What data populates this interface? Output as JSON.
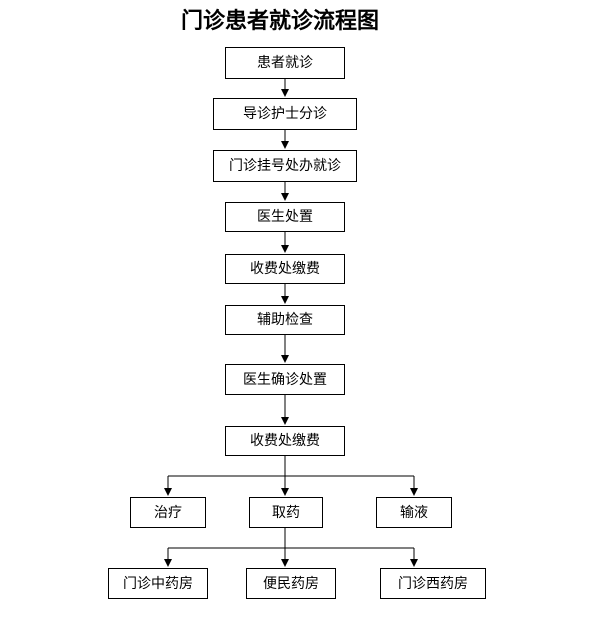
{
  "title": "门诊患者就诊流程图",
  "steps": {
    "s1": "患者就诊",
    "s2": "导诊护士分诊",
    "s3": "门诊挂号处办就诊",
    "s4": "医生处置",
    "s5": "收费处缴费",
    "s6": "辅助检查",
    "s7": "医生确诊处置",
    "s8": "收费处缴费",
    "s9a": "治疗",
    "s9b": "取药",
    "s9c": "输液",
    "s10a": "门诊中药房",
    "s10b": "便民药房",
    "s10c": "门诊西药房"
  }
}
